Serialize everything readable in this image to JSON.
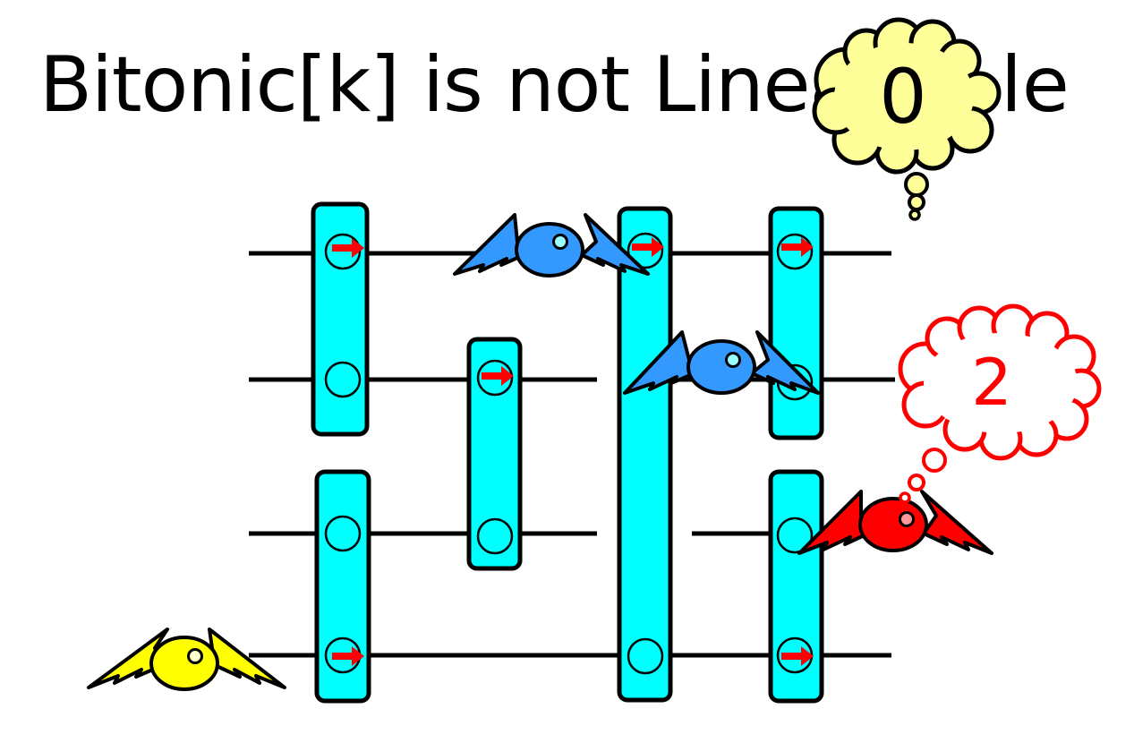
{
  "title": {
    "visible_text": "Bitonic[k] is not Linea",
    "tail_text": "le"
  },
  "thought_bubbles": {
    "top": {
      "value": "0",
      "fill": "#ffff99",
      "stroke": "#000000"
    },
    "right": {
      "value": "2",
      "fill": "#ffffff",
      "stroke": "#ff0000"
    }
  },
  "colors": {
    "balancer": "#00ffff",
    "toggle_arrow": "#ff0000",
    "wire": "#000000",
    "bird_blue": "#3399ff",
    "bird_yellow": "#ffff00",
    "bird_red": "#ff0000"
  }
}
